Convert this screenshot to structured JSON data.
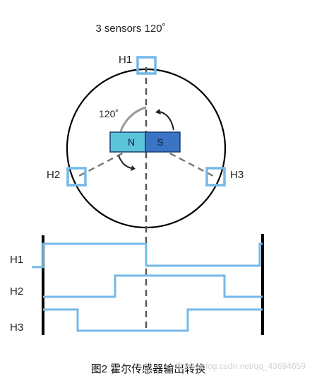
{
  "title": "3 sensors 120˚",
  "angle_label": "120˚",
  "sensors": [
    {
      "id": "H1",
      "label": "H1"
    },
    {
      "id": "H2",
      "label": "H2"
    },
    {
      "id": "H3",
      "label": "H3"
    }
  ],
  "magnet": {
    "north_label": "N",
    "south_label": "S"
  },
  "waveforms": {
    "row_labels": [
      "H1",
      "H2",
      "H3"
    ]
  },
  "caption": "图2  霍尔传感器输出转换",
  "watermark": "https://blog.csdn.net/qq_43694659",
  "colors": {
    "sensor_blue": "#74b9ea",
    "north": "#5cc4d8",
    "south": "#3a74c4",
    "line": "#000000",
    "dashed": "#555555",
    "arrow": "#9a9a9a"
  }
}
